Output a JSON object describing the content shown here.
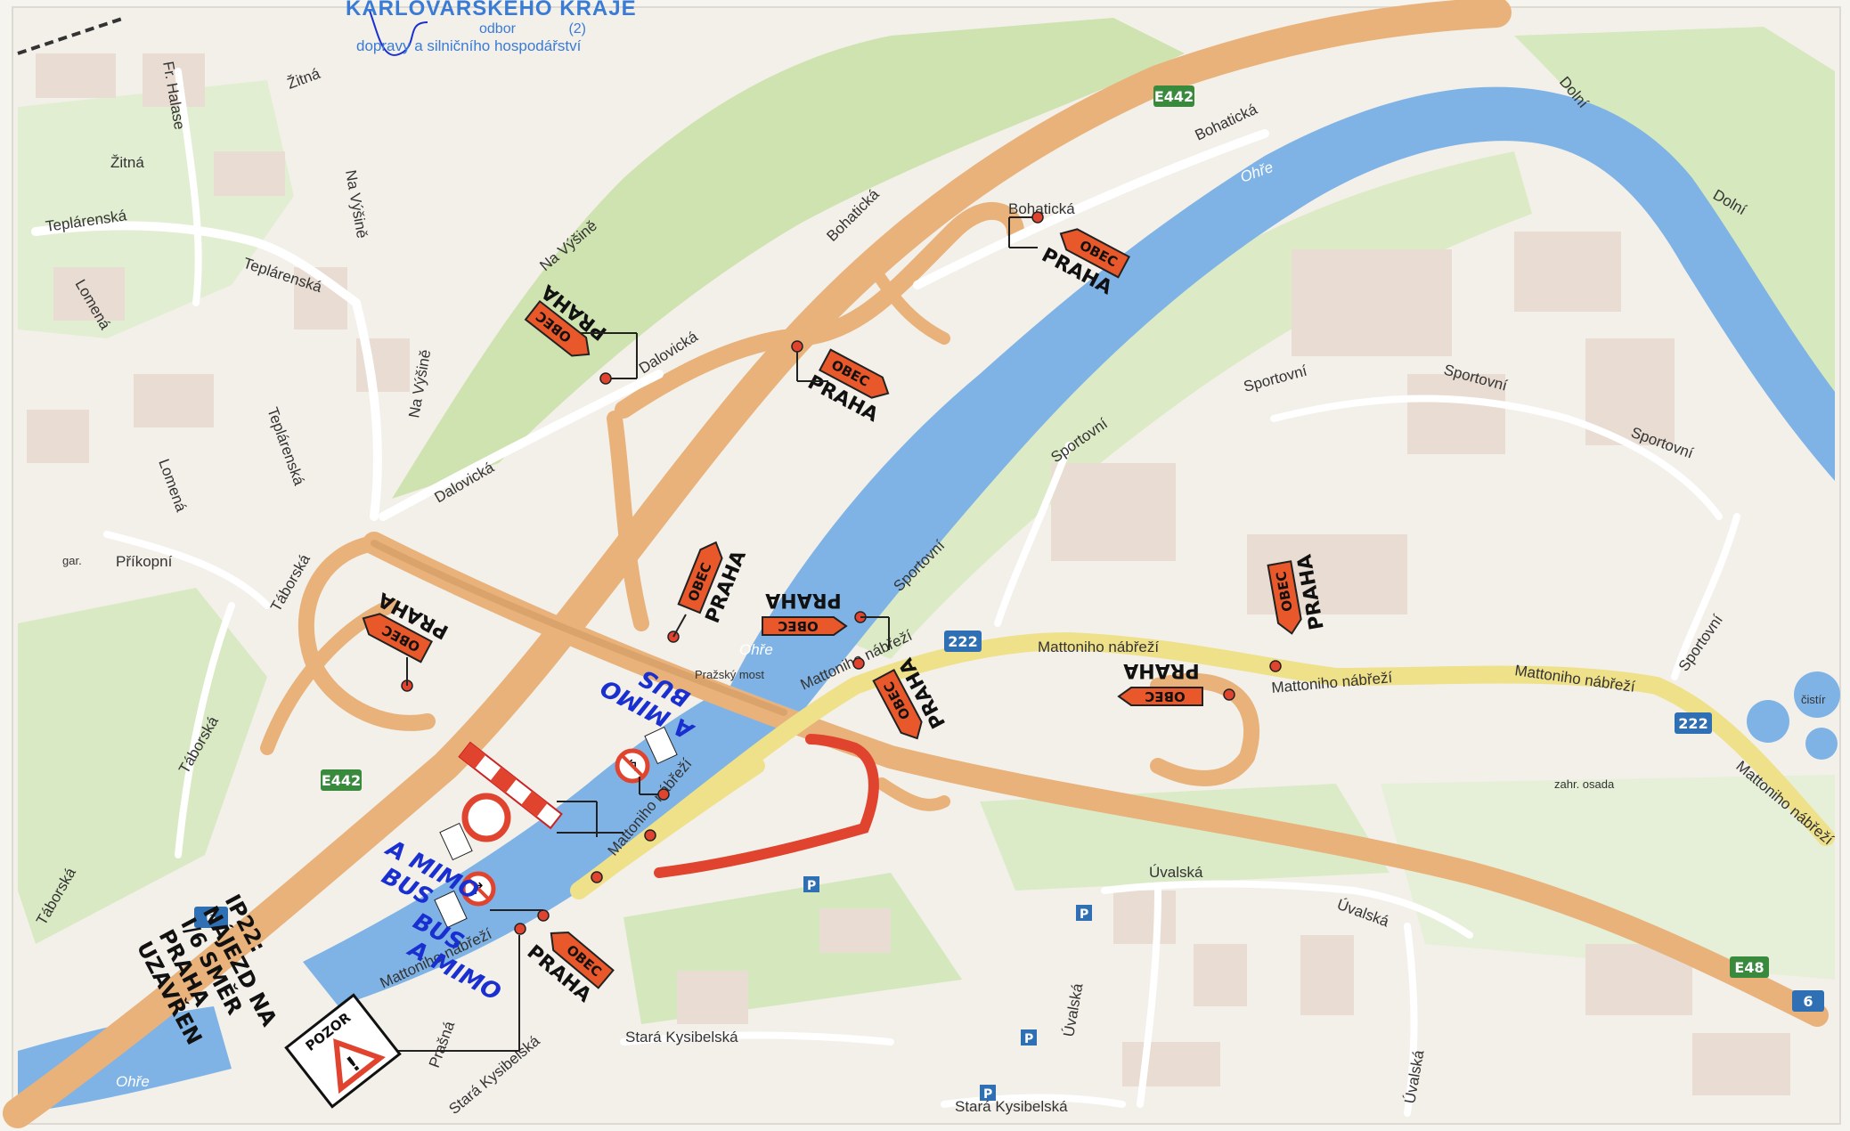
{
  "stamp": {
    "authority": "KARLOVARSKÉHO KRAJE",
    "department": "odbor",
    "copy_number": "(2)",
    "department_name": "dopravy a silničního hospodářství"
  },
  "streets": {
    "fr_halase": "Fr. Halase",
    "zitna": "Žitná",
    "teplarenska": "Teplárenská",
    "lomena": "Lomená",
    "na_vysine": "Na Výšině",
    "dalovicka": "Dalovická",
    "bohaticka": "Bohatická",
    "dolni": "Dolní",
    "sportovni": "Sportovní",
    "mattoniho": "Mattoniho nábřeží",
    "taborska": "Táborská",
    "prikopni": "Příkopní",
    "prazsky_most": "Pražský most",
    "uvalska": "Úvalská",
    "stara_kysibelska": "Stará Kysibelská",
    "prasna": "Prašná",
    "ohre": "Ohře",
    "zahr_osada": "zahr. osada",
    "cistirna": "čistír",
    "gar": "gar."
  },
  "shields": {
    "e442": "E442",
    "e48": "E48",
    "r6": "6",
    "r222": "222"
  },
  "signs": {
    "praha": "PRAHA",
    "obec": "OBEC",
    "pozor": "POZOR",
    "handwritten_bus": "BUS",
    "handwritten_amimo": "A MIMO"
  },
  "closure_note": {
    "line1": "IP22:",
    "line2": "NÁJEZD NA",
    "line3": "I/6 SMĚR",
    "line4": "PRAHA",
    "line5": "UZAVŘEN"
  },
  "colors": {
    "road": "#e8b27a",
    "water": "#7fb3e6",
    "green": "#cfe3b0",
    "sign_orange": "#e8582a",
    "closure_red": "#e0442f",
    "shield_green": "#3a8a3e",
    "shield_blue": "#2f6fb3"
  }
}
